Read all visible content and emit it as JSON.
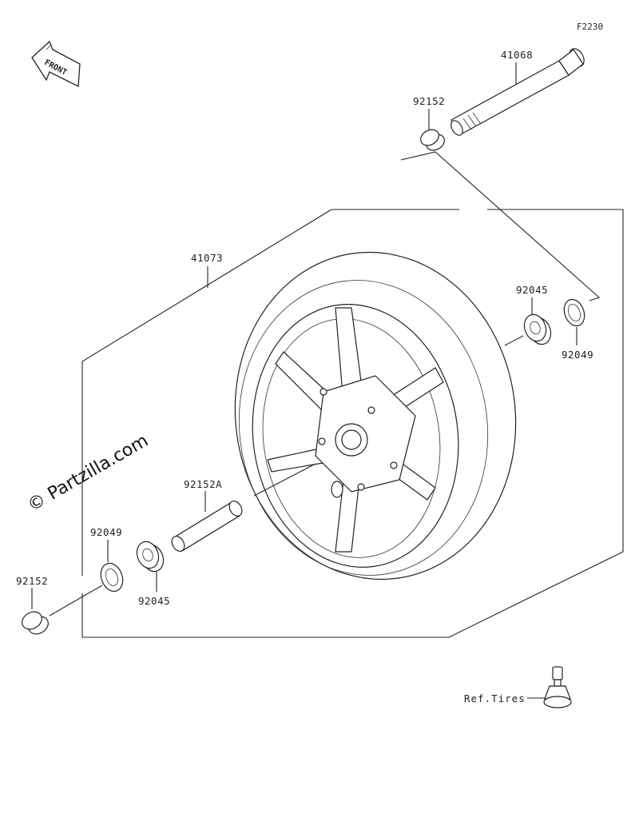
{
  "figure_code": "F2230",
  "front_arrow_label": "FRONT",
  "watermark": "© Partzilla.com",
  "parts": {
    "axle": "41068",
    "collar_top": "92152",
    "wheel": "41073",
    "bearing_right": "92045",
    "oil_seal_right": "92049",
    "collar_tube": "92152A",
    "oil_seal_left": "92049",
    "bearing_left": "92045",
    "collar_left": "92152"
  },
  "ref_tires": "Ref.Tires",
  "icons": [
    "front-arrow-icon",
    "tire-valve-icon"
  ]
}
